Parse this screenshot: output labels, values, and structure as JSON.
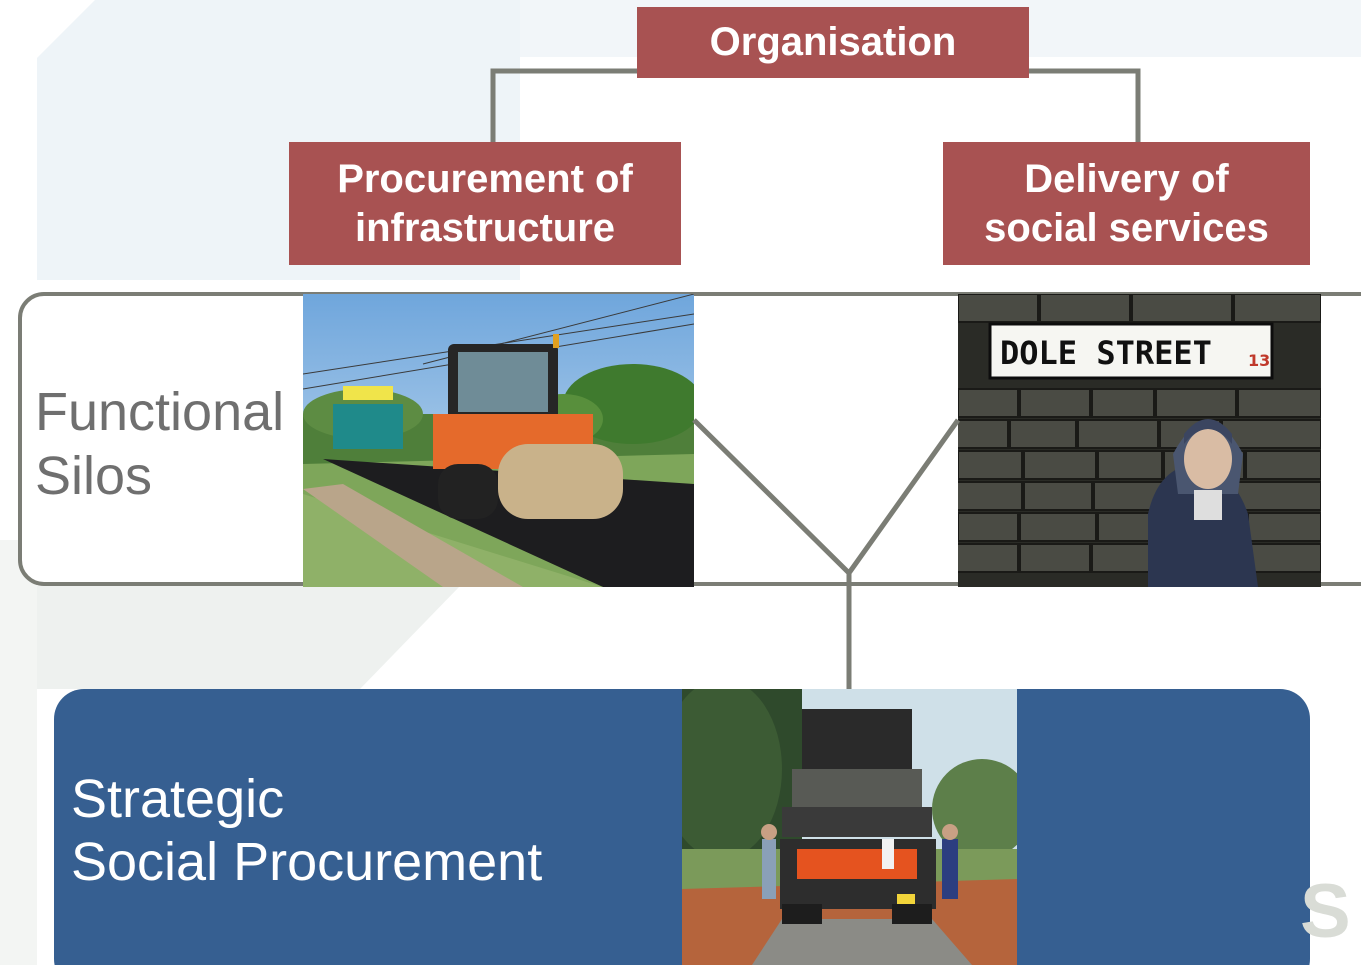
{
  "nodes": {
    "organisation": "Organisation",
    "procurement": [
      "Procurement of",
      "infrastructure"
    ],
    "delivery": [
      "Delivery of",
      "social services"
    ]
  },
  "silos": {
    "label": [
      "Functional",
      "Silos"
    ]
  },
  "photos": {
    "road_roller": "road-roller-photo",
    "street_sign": "DOLE STREET",
    "street_number": "13",
    "truck": "road-truck-photo"
  },
  "strategic": {
    "label": [
      "Strategic",
      "Social Procurement"
    ]
  },
  "ghost_letter": "S",
  "colors": {
    "red_box": "#a85252",
    "connector": "#7b7d75",
    "blue_panel": "#365f91",
    "silos_text": "#6f6f6f"
  }
}
